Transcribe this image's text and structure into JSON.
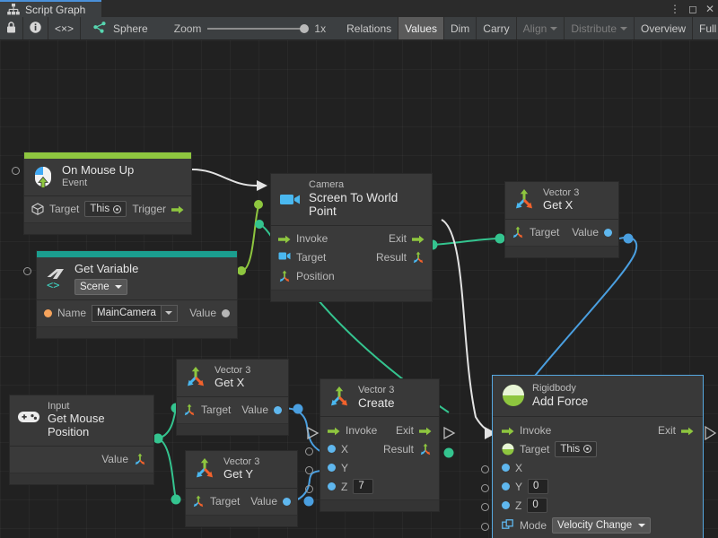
{
  "window": {
    "tab_title": "Script Graph",
    "tab_icon": "graph-icon",
    "buttons": {
      "menu": "⋮",
      "maximize": "◻",
      "close": "✕"
    }
  },
  "toolbar": {
    "lock_icon": "lock-icon",
    "info_icon": "info-icon",
    "code_icon": "code-brackets-icon",
    "object_icon": "script-graph-asset-icon",
    "object_name": "Sphere",
    "zoom_label": "Zoom",
    "zoom_value": "1x",
    "items": [
      {
        "label": "Relations",
        "state": "normal"
      },
      {
        "label": "Values",
        "state": "selected"
      },
      {
        "label": "Dim",
        "state": "normal"
      },
      {
        "label": "Carry",
        "state": "normal"
      },
      {
        "label": "Align",
        "state": "disabled",
        "dropdown": true
      },
      {
        "label": "Distribute",
        "state": "disabled",
        "dropdown": true
      },
      {
        "label": "Overview",
        "state": "normal"
      },
      {
        "label": "Full Screen",
        "state": "normal"
      }
    ]
  },
  "graph": {
    "nodes": [
      {
        "id": "on-mouse-up",
        "subtitle": "On Mouse Up",
        "title": "Event",
        "icon": "mouse-event-icon",
        "accent": "#8ec63f",
        "rows": [
          {
            "icon": "cube-icon",
            "label": "Target",
            "chip": "This",
            "right_label": "Trigger",
            "right_icon": "flow-arrow-icon"
          }
        ]
      },
      {
        "id": "get-variable",
        "subtitle": "Get Variable",
        "title": "Scene",
        "icon": "variable-icon",
        "accent": "#1b9e8f",
        "rows": [
          {
            "icon": "orange-dot",
            "label": "Name",
            "value": "MainCamera",
            "right_label": "Value",
            "right_icon": "gray-dot"
          }
        ]
      },
      {
        "id": "screen-to-world-point",
        "subtitle": "Camera",
        "title": "Screen To World Point",
        "icon": "camera-icon",
        "accent": "none",
        "rows": [
          {
            "icon": "flow-arrow-icon",
            "label": "Invoke",
            "right_label": "Exit",
            "right_icon": "flow-arrow-icon"
          },
          {
            "icon": "camera-icon",
            "label": "Target",
            "right_label": "Result",
            "right_icon": "vector3-icon"
          },
          {
            "icon": "vector3-icon",
            "label": "Position"
          }
        ]
      },
      {
        "id": "vector3-getx-top",
        "subtitle": "Vector 3",
        "title": "Get X",
        "icon": "vector3-icon",
        "accent": "none",
        "rows": [
          {
            "icon": "vector3-icon",
            "label": "Target",
            "right_label": "Value",
            "right_icon": "blue-dot"
          }
        ]
      },
      {
        "id": "input-get-mouse-position",
        "subtitle": "Input",
        "title": "Get Mouse Position",
        "icon": "gamepad-icon",
        "accent": "none",
        "rows": [
          {
            "right_label": "Value",
            "right_icon": "vector3-icon"
          }
        ]
      },
      {
        "id": "vector3-getx-mid",
        "subtitle": "Vector 3",
        "title": "Get X",
        "icon": "vector3-icon",
        "accent": "none",
        "rows": [
          {
            "icon": "vector3-icon",
            "label": "Target",
            "right_label": "Value",
            "right_icon": "blue-dot"
          }
        ]
      },
      {
        "id": "vector3-gety",
        "subtitle": "Vector 3",
        "title": "Get Y",
        "icon": "vector3-icon",
        "accent": "none",
        "rows": [
          {
            "icon": "vector3-icon",
            "label": "Target",
            "right_label": "Value",
            "right_icon": "blue-dot"
          }
        ]
      },
      {
        "id": "vector3-create",
        "subtitle": "Vector 3",
        "title": "Create",
        "icon": "vector3-icon",
        "accent": "none",
        "rows": [
          {
            "icon": "flow-arrow-icon",
            "label": "Invoke",
            "right_label": "Exit",
            "right_icon": "flow-arrow-icon"
          },
          {
            "icon": "blue-dot",
            "label": "X",
            "right_label": "Result",
            "right_icon": "vector3-icon"
          },
          {
            "icon": "blue-dot",
            "label": "Y"
          },
          {
            "icon": "blue-dot",
            "label": "Z",
            "field": "7"
          }
        ]
      },
      {
        "id": "rigidbody-add-force",
        "subtitle": "Rigidbody",
        "title": "Add Force",
        "icon": "rigidbody-icon",
        "accent": "none",
        "selected": true,
        "rows": [
          {
            "icon": "flow-arrow-icon",
            "label": "Invoke",
            "right_label": "Exit",
            "right_icon": "flow-arrow-icon"
          },
          {
            "icon": "rigidbody-icon",
            "label": "Target",
            "chip": "This"
          },
          {
            "icon": "blue-dot",
            "label": "X"
          },
          {
            "icon": "blue-dot",
            "label": "Y",
            "field": "0"
          },
          {
            "icon": "blue-dot",
            "label": "Z",
            "field": "0"
          },
          {
            "icon": "mode-icon",
            "label": "Mode",
            "dropdown": "Velocity Change"
          }
        ]
      }
    ],
    "colors": {
      "flow_edge": "#e3e3e3",
      "vector_edge": "#34c48f",
      "float_edge": "#4a9fe0",
      "object_edge": "#8ec63f",
      "accent_event": "#8ec63f",
      "accent_variable": "#1b9e8f",
      "selection": "#56a8e0"
    }
  }
}
